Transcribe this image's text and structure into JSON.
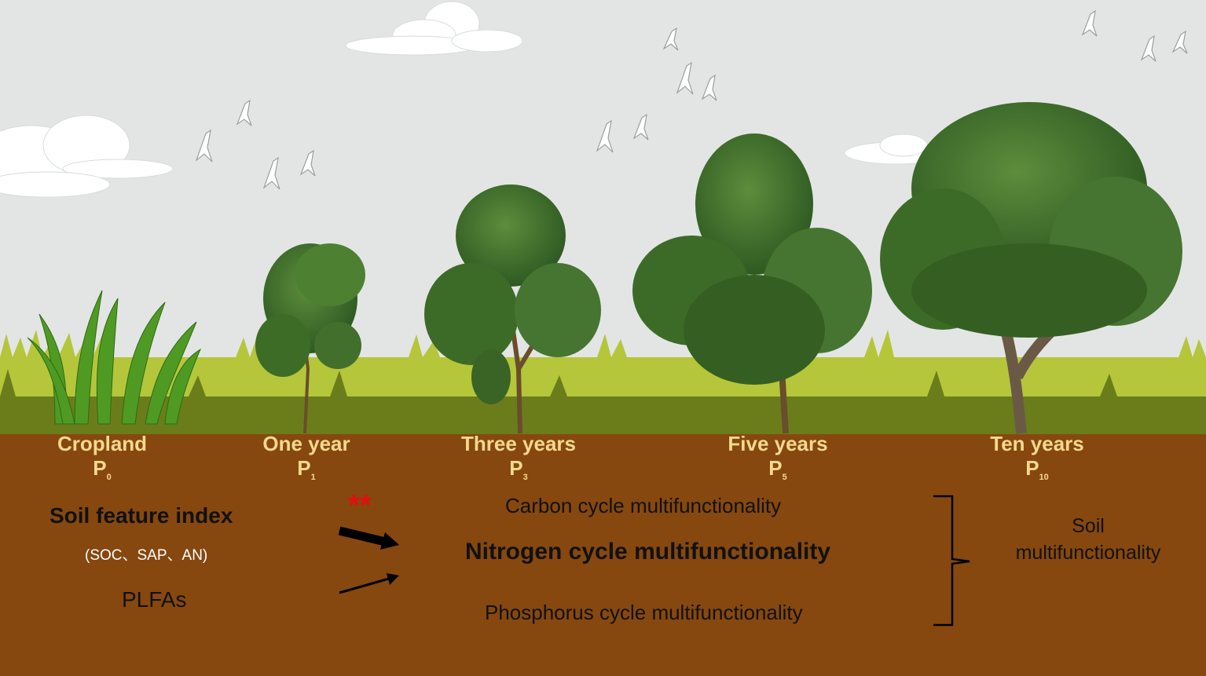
{
  "stages": [
    {
      "name": "Cropland",
      "code": "P",
      "sub": "0"
    },
    {
      "name": "One year",
      "code": "P",
      "sub": "1"
    },
    {
      "name": "Three years",
      "code": "P",
      "sub": "3"
    },
    {
      "name": "Five years",
      "code": "P",
      "sub": "5"
    },
    {
      "name": "Ten years",
      "code": "P",
      "sub": "10"
    }
  ],
  "drivers": {
    "soil_feature_index": "Soil feature index",
    "soil_feature_components": "(SOC、SAP、AN)",
    "plfas": "PLFAs",
    "significance": "**"
  },
  "functions": {
    "carbon": "Carbon cycle multifunctionality",
    "nitrogen": "Nitrogen cycle multifunctionality",
    "phosphorus": "Phosphorus cycle multifunctionality"
  },
  "outcome": {
    "line1": "Soil",
    "line2": "multifunctionality"
  },
  "colors": {
    "sky": "#e3e5e4",
    "grass_light": "#b5c63a",
    "grass_dark": "#6b7d1b",
    "soil": "#86480f",
    "stage_label": "#f4d98e",
    "significance": "#e01010",
    "foliage": "#3f6f2a",
    "crop": "#4f9a23"
  }
}
